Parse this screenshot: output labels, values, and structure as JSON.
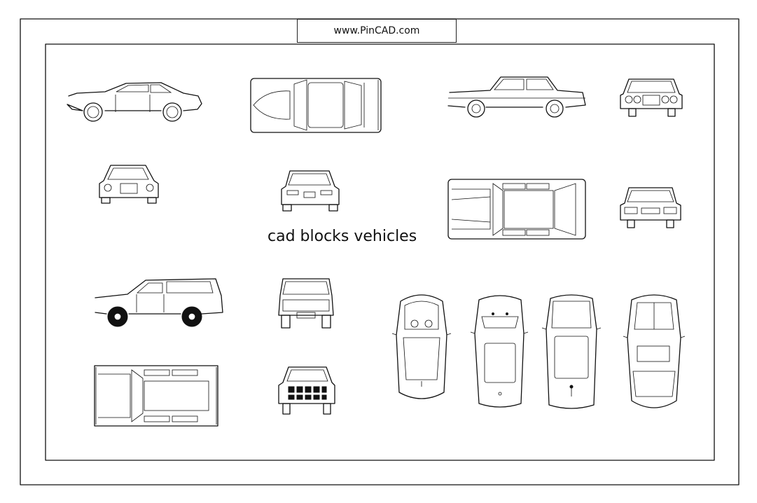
{
  "header": {
    "website": "www.PinCAD.com"
  },
  "caption": {
    "text": "cad blocks vehicles"
  },
  "blocks": [
    {
      "name": "muscle-car-side-view"
    },
    {
      "name": "muscle-car-top-view"
    },
    {
      "name": "sedan-side-view"
    },
    {
      "name": "sedan-front-view"
    },
    {
      "name": "muscle-car-front-view"
    },
    {
      "name": "muscle-car-rear-view"
    },
    {
      "name": "sedan-top-view"
    },
    {
      "name": "sedan-rear-view"
    },
    {
      "name": "suv-side-view"
    },
    {
      "name": "suv-rear-view"
    },
    {
      "name": "suv-top-view"
    },
    {
      "name": "suv-front-view"
    },
    {
      "name": "hatchback-top-view-1"
    },
    {
      "name": "hatchback-top-view-2"
    },
    {
      "name": "hatchback-top-view-3"
    },
    {
      "name": "coupe-top-view"
    }
  ]
}
